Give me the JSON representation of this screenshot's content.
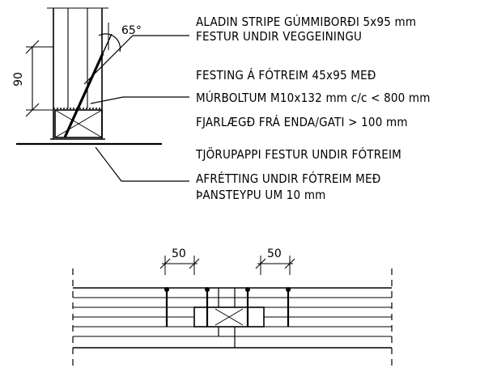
{
  "annotations": {
    "stripe": [
      "ALADIN STRIPE GÚMMIBORÐI 5x95 mm",
      "FESTUR UNDIR VEGGEININGU"
    ],
    "fastening": [
      "FESTING Á FÓTREIM 45x95 MEÐ",
      "MÚRBOLTUM M10x132 mm c/c < 800 mm",
      "FJARLÆGÐ FRÁ ENDA/GATI > 100 mm"
    ],
    "tarpaper": [
      "TJÖRUPAPPI FESTUR UNDIR FÓTREIM"
    ],
    "levelling": [
      "AFRÉTTING UNDIR FÓTREIM MEÐ",
      "ÞANSTEYPU UM 10 mm"
    ]
  },
  "dimensions": {
    "angle": "65°",
    "height": "90",
    "spacing_left": "50",
    "spacing_right": "50"
  }
}
